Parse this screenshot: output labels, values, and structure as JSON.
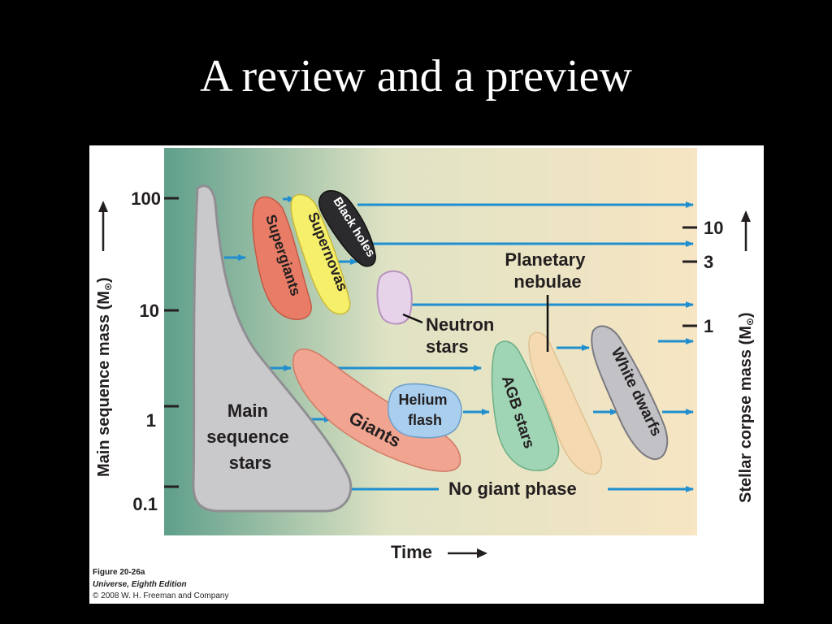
{
  "slide": {
    "title": "A review and a preview"
  },
  "axes": {
    "left_label": "Main sequence mass (M",
    "right_label": "Stellar corpse mass (M",
    "x_label": "Time",
    "left_ticks": [
      "100",
      "10",
      "1",
      "0.1"
    ],
    "right_ticks": [
      "10",
      "3",
      "1"
    ]
  },
  "stages": {
    "main_sequence": [
      "Main",
      "sequence",
      "stars"
    ],
    "supergiants": "Supergiants",
    "supernovas": "Supernovas",
    "black_holes": "Black holes",
    "neutron_stars": [
      "Neutron",
      "stars"
    ],
    "planetary_nebulae": [
      "Planetary",
      "nebulae"
    ],
    "giants": "Giants",
    "helium_flash": [
      "Helium",
      "flash"
    ],
    "agb_stars": "AGB stars",
    "white_dwarfs": "White dwarfs",
    "no_giant_phase": "No giant phase"
  },
  "credit": {
    "figure": "Figure 20-26a",
    "book": "Universe, Eighth Edition",
    "copyright": "© 2008 W. H. Freeman and Company"
  },
  "colors": {
    "background_left": "#5f9f8b",
    "background_mid": "#dfe3c4",
    "background_right": "#f7e5c3",
    "arrow": "#1f8fcf",
    "main_sequence": "#c9c9cb",
    "supergiants": "#e97c66",
    "supernovas": "#f5ef6a",
    "black_holes": "#2b2b2d",
    "neutron_stars": "#e6d3ea",
    "giants": "#f1a591",
    "helium_flash": "#a9ceee",
    "agb_stars": "#9fd4b4",
    "planetary_nebula_shape": "#f5d9b0",
    "white_dwarfs": "#c2c2c6"
  }
}
